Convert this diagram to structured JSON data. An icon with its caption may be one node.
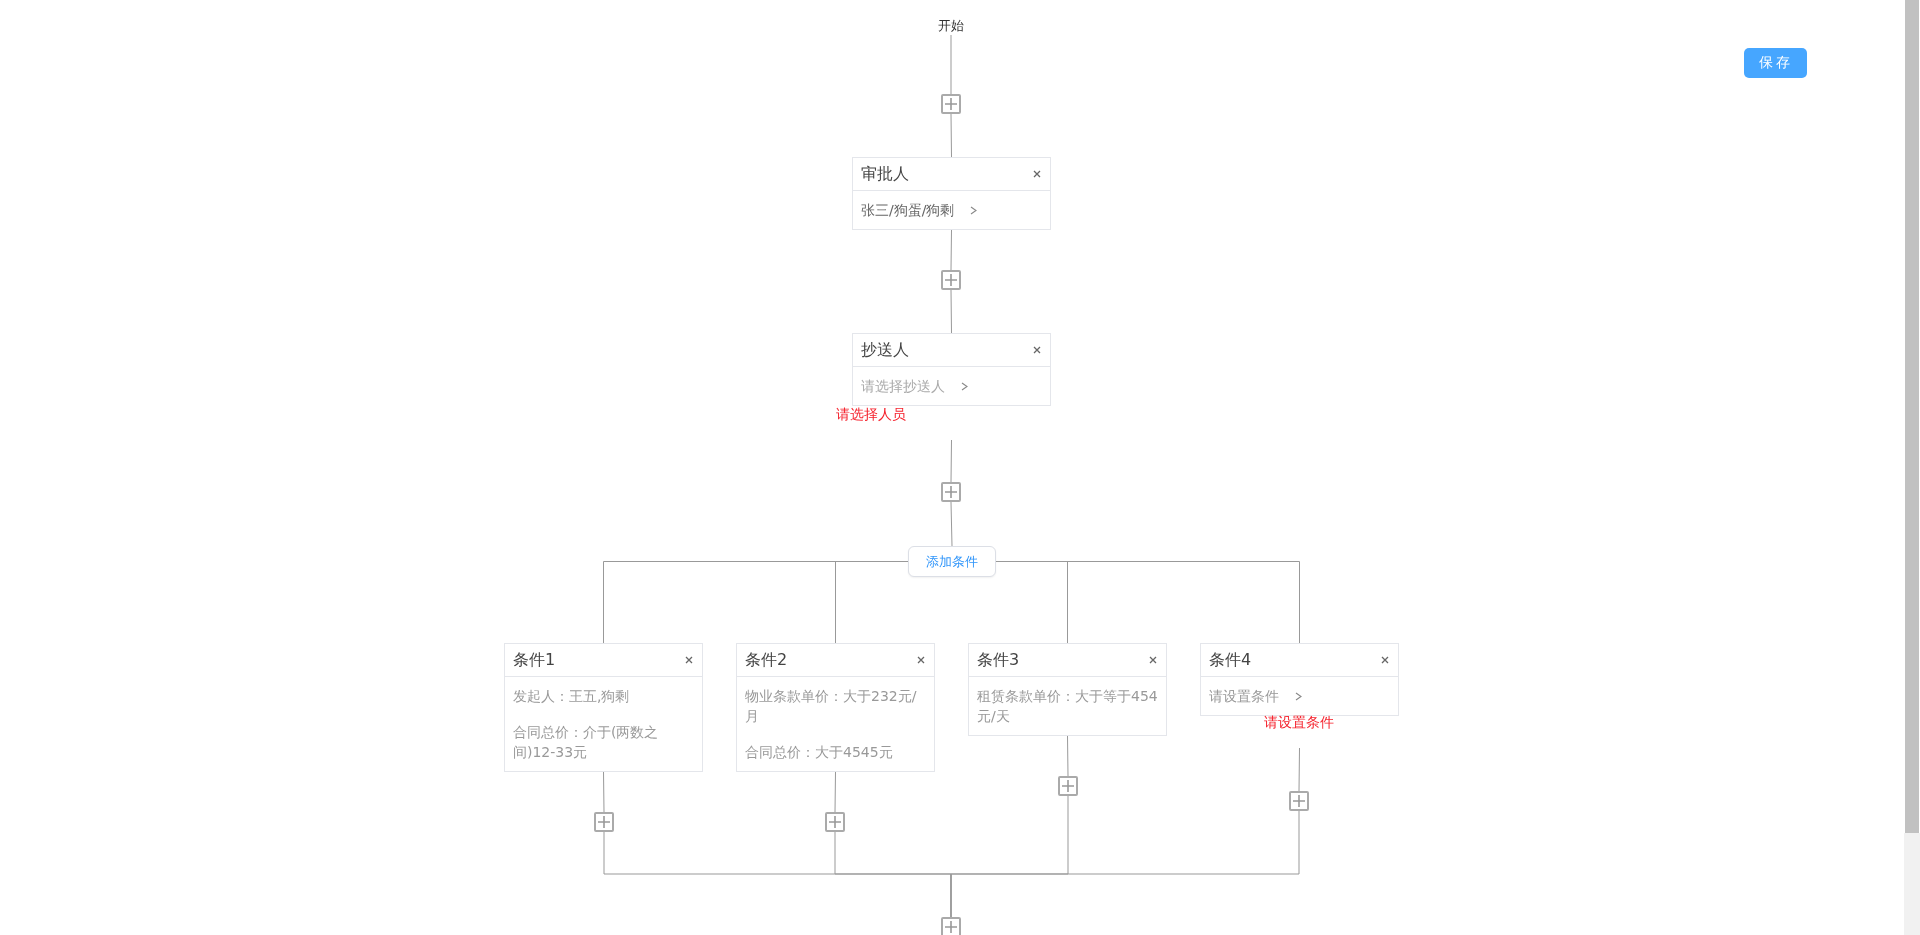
{
  "diagram": {
    "nodes": [
      {
        "text": [
          "开始"
        ]
      },
      {
        "text": [],
        "shape": "box"
      },
      {
        "text": [
          "审批人",
          "张三/狗蛋/狗剩"
        ]
      },
      {
        "text": [],
        "shape": "box"
      },
      {
        "text": [
          "抄送人",
          "请选择抄送人"
        ],
        "beside": [
          "请选择人员"
        ]
      },
      {
        "text": [],
        "shape": "box"
      },
      {
        "text": [
          "添加条件"
        ]
      },
      {
        "text": [
          "条件1",
          "发起人：王五,狗剩",
          "合同总价：介于(两数之间)12-33元"
        ]
      },
      {
        "text": [
          "条件2",
          "物业条款单价：大于232元/月",
          "合同总价：大于4545元"
        ]
      },
      {
        "text": [
          "条件3",
          "租赁条款单价：大于等于454元/天"
        ]
      },
      {
        "text": [
          "条件4",
          "请设置条件"
        ],
        "beside": [
          "请设置条件"
        ]
      },
      {
        "text": [],
        "shape": "box"
      },
      {
        "text": [],
        "shape": "box"
      },
      {
        "text": [],
        "shape": "box"
      },
      {
        "text": [],
        "shape": "box"
      },
      {
        "text": [],
        "shape": "box"
      }
    ],
    "edges": [
      {
        "from": 0,
        "to": 1,
        "arrow": "none"
      },
      {
        "from": 1,
        "to": 2,
        "arrow": "none"
      },
      {
        "from": 2,
        "to": 3,
        "arrow": "none"
      },
      {
        "from": 3,
        "to": 4,
        "arrow": "none"
      },
      {
        "from": 4,
        "to": 5,
        "arrow": "none"
      },
      {
        "from": 5,
        "to": 6,
        "arrow": "none"
      },
      {
        "from": 6,
        "to": 7,
        "arrow": "none"
      },
      {
        "from": 6,
        "to": 8,
        "arrow": "none"
      },
      {
        "from": 6,
        "to": 9,
        "arrow": "none"
      },
      {
        "from": 6,
        "to": 10,
        "arrow": "none"
      },
      {
        "from": 7,
        "to": 11,
        "arrow": "none"
      },
      {
        "from": 8,
        "to": 12,
        "arrow": "none"
      },
      {
        "from": 9,
        "to": 13,
        "arrow": "none"
      },
      {
        "from": 10,
        "to": 14,
        "arrow": "none"
      },
      {
        "from": 11,
        "to": 15,
        "arrow": "none"
      },
      {
        "from": 12,
        "to": 15,
        "arrow": "none"
      },
      {
        "from": 13,
        "to": 15,
        "arrow": "none"
      },
      {
        "from": 14,
        "to": 15,
        "arrow": "none"
      }
    ],
    "labels": [
      "保存"
    ]
  }
}
